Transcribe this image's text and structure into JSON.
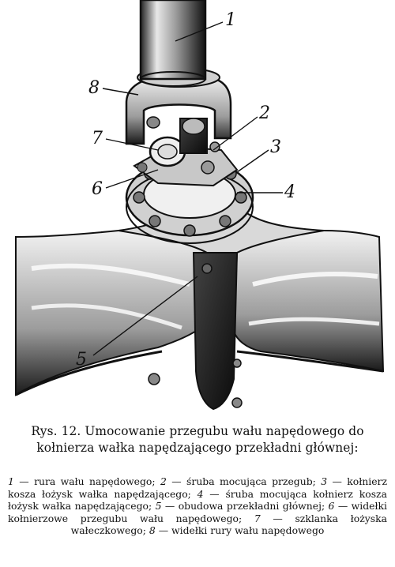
{
  "figure": {
    "callouts": [
      "1",
      "2",
      "3",
      "4",
      "5",
      "6",
      "7",
      "8"
    ],
    "colors": {
      "ink": "#111111",
      "paper": "#ffffff",
      "mid": "#555555",
      "light": "#bbbbbb"
    }
  },
  "caption": {
    "title": "Rys. 12. Umocowanie przegubu wału napędowego do kołnierza wałka napędzającego przekładni głównej:"
  },
  "legend": {
    "items": [
      {
        "num": "1",
        "text": "rura wału napędowego;"
      },
      {
        "num": "2",
        "text": "śruba mocująca przegub;"
      },
      {
        "num": "3",
        "text": "kołnierz kosza łożysk wałka napędzającego;"
      },
      {
        "num": "4",
        "text": "śruba mocująca kołnierz kosza łożysk wałka napędzającego;"
      },
      {
        "num": "5",
        "text": "obudowa przekładni głównej;"
      },
      {
        "num": "6",
        "text": "widełki kołnierzowe przegubu wału napędowego;"
      },
      {
        "num": "7",
        "text": "szklanka łożyska wałeczkowego;"
      },
      {
        "num": "8",
        "text": "widełki rury wału napędowego"
      }
    ],
    "separator": " — "
  }
}
